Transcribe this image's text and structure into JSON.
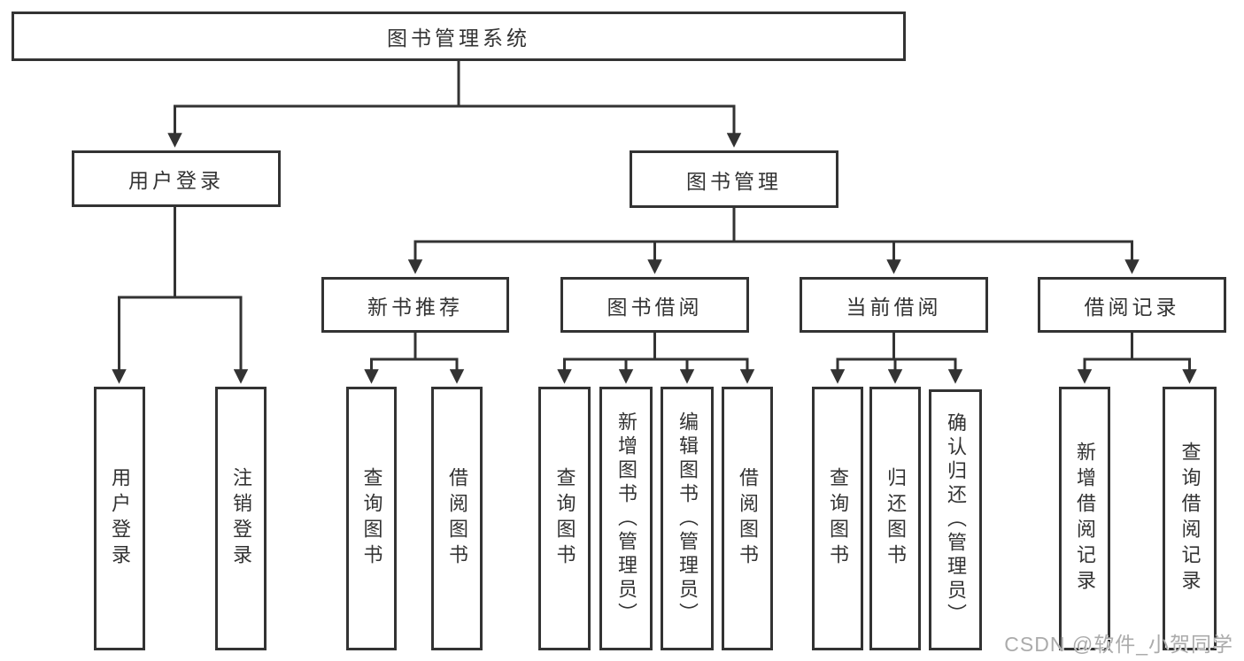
{
  "tree": {
    "root": {
      "label": "图书管理系统",
      "children": [
        {
          "label": "用户登录",
          "children": [
            {
              "label": "用户登录"
            },
            {
              "label": "注销登录"
            }
          ]
        },
        {
          "label": "图书管理",
          "children": [
            {
              "label": "新书推荐",
              "children": [
                {
                  "label": "查询图书"
                },
                {
                  "label": "借阅图书"
                }
              ]
            },
            {
              "label": "图书借阅",
              "children": [
                {
                  "label": "查询图书"
                },
                {
                  "label": "新增图书（管理员）"
                },
                {
                  "label": "编辑图书（管理员）"
                },
                {
                  "label": "借阅图书"
                }
              ]
            },
            {
              "label": "当前借阅",
              "children": [
                {
                  "label": "查询图书"
                },
                {
                  "label": "归还图书"
                },
                {
                  "label": "确认归还（管理员）"
                }
              ]
            },
            {
              "label": "借阅记录",
              "children": [
                {
                  "label": "新增借阅记录"
                },
                {
                  "label": "查询借阅记录"
                }
              ]
            }
          ]
        }
      ]
    }
  },
  "watermark": {
    "text": "CSDN @软件_小贺同学"
  },
  "colors": {
    "line": "#333333",
    "box_border": "#333333",
    "text": "#333333",
    "watermark": "#ababab",
    "background": "#ffffff"
  }
}
